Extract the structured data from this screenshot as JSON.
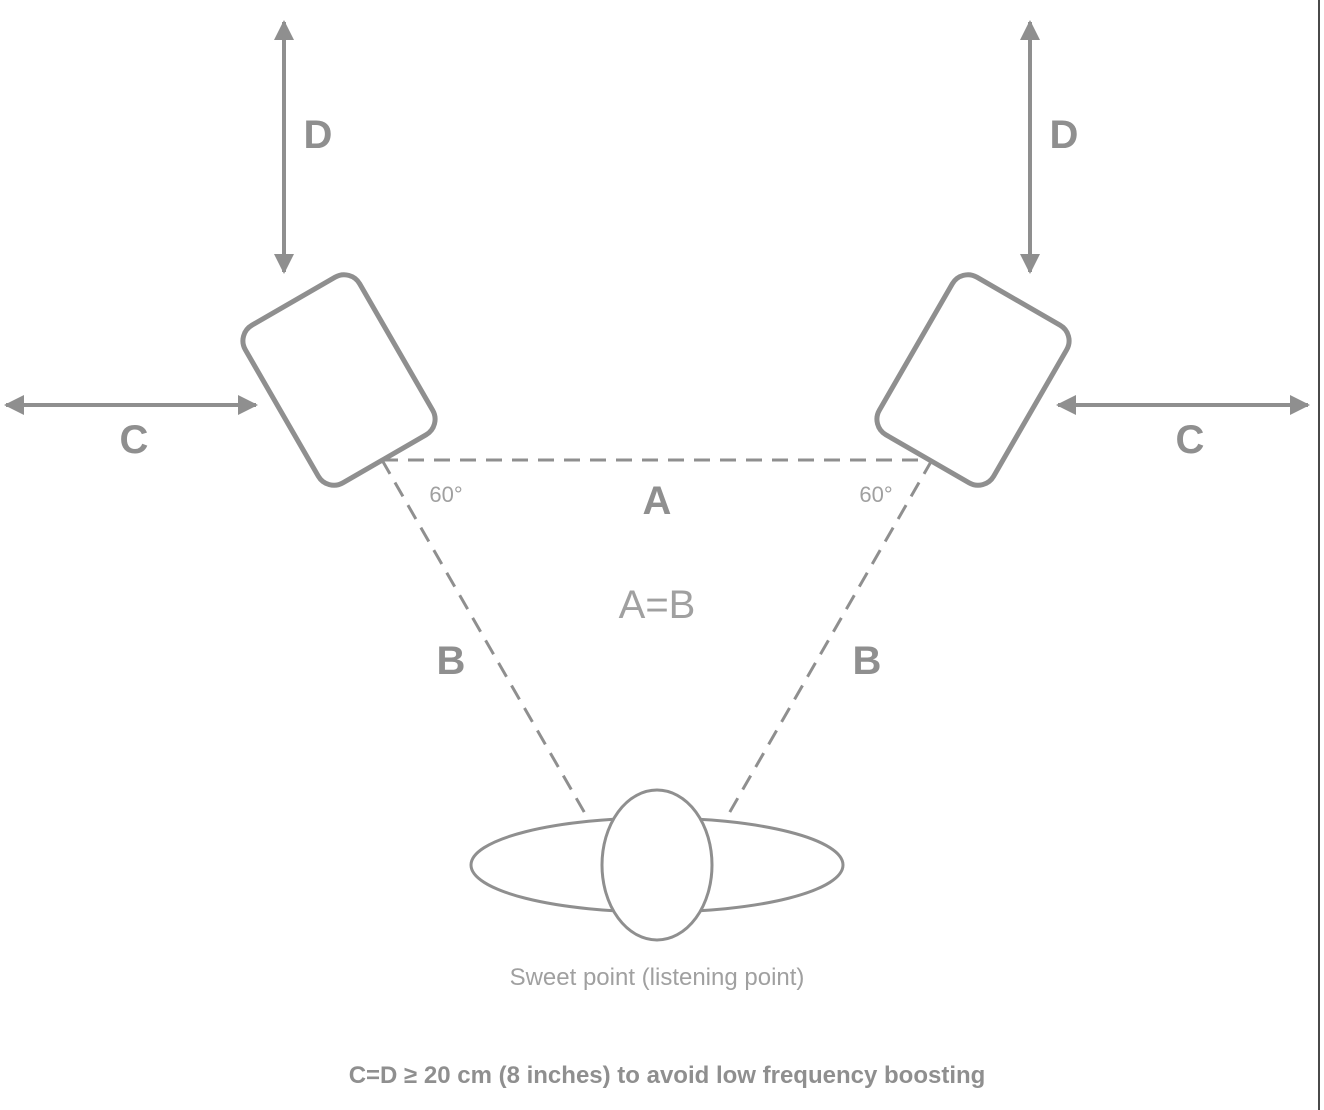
{
  "labels": {
    "d_left": "D",
    "d_right": "D",
    "c_left": "C",
    "c_right": "C",
    "a": "A",
    "b_left": "B",
    "b_right": "B",
    "angle_left": "60°",
    "angle_right": "60°",
    "equality": "A=B",
    "listener": "Sweet point (listening point)",
    "footnote": "C=D ≥ 20 cm (8 inches) to avoid low frequency boosting"
  },
  "colors": {
    "line": "#8f8f8f",
    "text_light": "#a0a0a0",
    "rule": "#4a4a4a"
  }
}
